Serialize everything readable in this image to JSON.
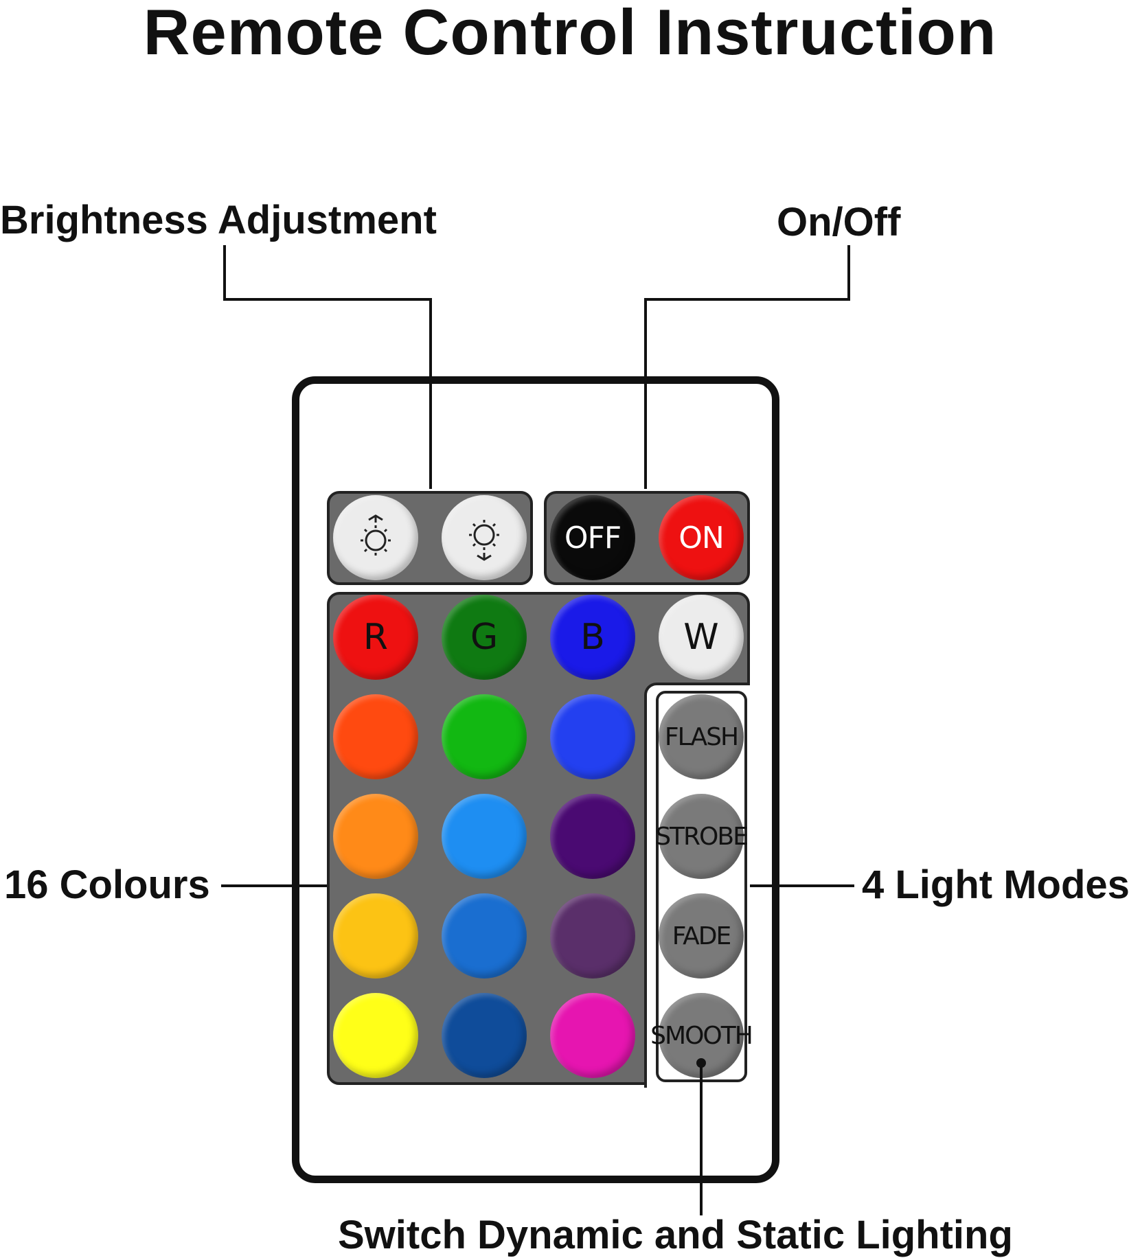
{
  "title": "Remote Control Instruction",
  "labels": {
    "brightness": "Brightness Adjustment",
    "onoff": "On/Off",
    "colours": "16 Colours",
    "modes": "4 Light Modes",
    "switch": "Switch Dynamic and Static Lighting"
  },
  "brightness_buttons": [
    {
      "icon": "brightness-up-icon",
      "color": "#ececec"
    },
    {
      "icon": "brightness-down-icon",
      "color": "#ececec"
    }
  ],
  "power_buttons": [
    {
      "label": "OFF",
      "color": "#0a0a0a"
    },
    {
      "label": "ON",
      "color": "#ee1111"
    }
  ],
  "color_buttons": [
    {
      "label": "R",
      "color": "#ee1111"
    },
    {
      "label": "G",
      "color": "#0f7a12"
    },
    {
      "label": "B",
      "color": "#1a1ae8"
    },
    {
      "label": "W",
      "color": "#ececec"
    },
    {
      "label": "",
      "color": "#ff4a10"
    },
    {
      "label": "",
      "color": "#12b812"
    },
    {
      "label": "",
      "color": "#2340f0"
    },
    {
      "label": "",
      "color": "#ff8a18"
    },
    {
      "label": "",
      "color": "#1e8ef2"
    },
    {
      "label": "",
      "color": "#4a0a72"
    },
    {
      "label": "",
      "color": "#fcc314"
    },
    {
      "label": "",
      "color": "#1a6ed0"
    },
    {
      "label": "",
      "color": "#5a2f6a"
    },
    {
      "label": "",
      "color": "#ffff18"
    },
    {
      "label": "",
      "color": "#0f4c9a"
    },
    {
      "label": "",
      "color": "#e615b0"
    }
  ],
  "mode_buttons": [
    {
      "label": "FLASH",
      "color": "#7a7a7a"
    },
    {
      "label": "STROBE",
      "color": "#7a7a7a"
    },
    {
      "label": "FADE",
      "color": "#7a7a7a"
    },
    {
      "label": "SMOOTH",
      "color": "#7a7a7a"
    }
  ]
}
